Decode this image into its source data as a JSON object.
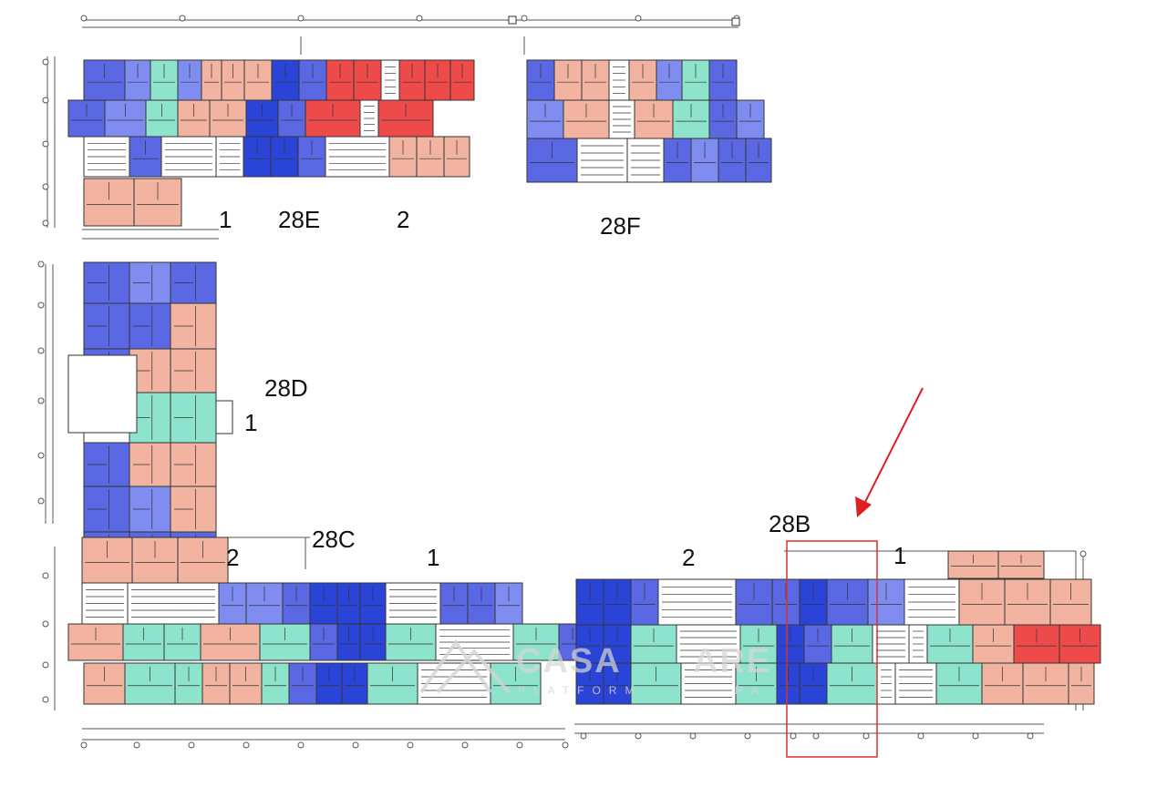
{
  "plan": {
    "labels": {
      "e_1": "1",
      "e_name": "28E",
      "e_2": "2",
      "f_name": "28F",
      "d_name": "28D",
      "d_1": "1",
      "c_2": "2",
      "c_name": "28C",
      "c_1": "1",
      "b_2": "2",
      "b_name": "28B",
      "b_1": "1"
    },
    "watermark": {
      "brand": "CASA SHARE",
      "sub": "PLATFORMA",
      "brand_visible_text": "CASA",
      "brand_tail_text": "ARE",
      "sub_visible_text": "PLATFORM",
      "sub_tail_text": "RA"
    },
    "colors": {
      "blue": "#5a68e4",
      "blue_light": "#7f8cf0",
      "blue_dark": "#2b44d8",
      "salmon": "#f2b3a0",
      "mint": "#8ee3cc",
      "red": "#ee4a4a",
      "highlight": "#d93030",
      "arrow": "#e02020",
      "walls": "#333333"
    }
  }
}
